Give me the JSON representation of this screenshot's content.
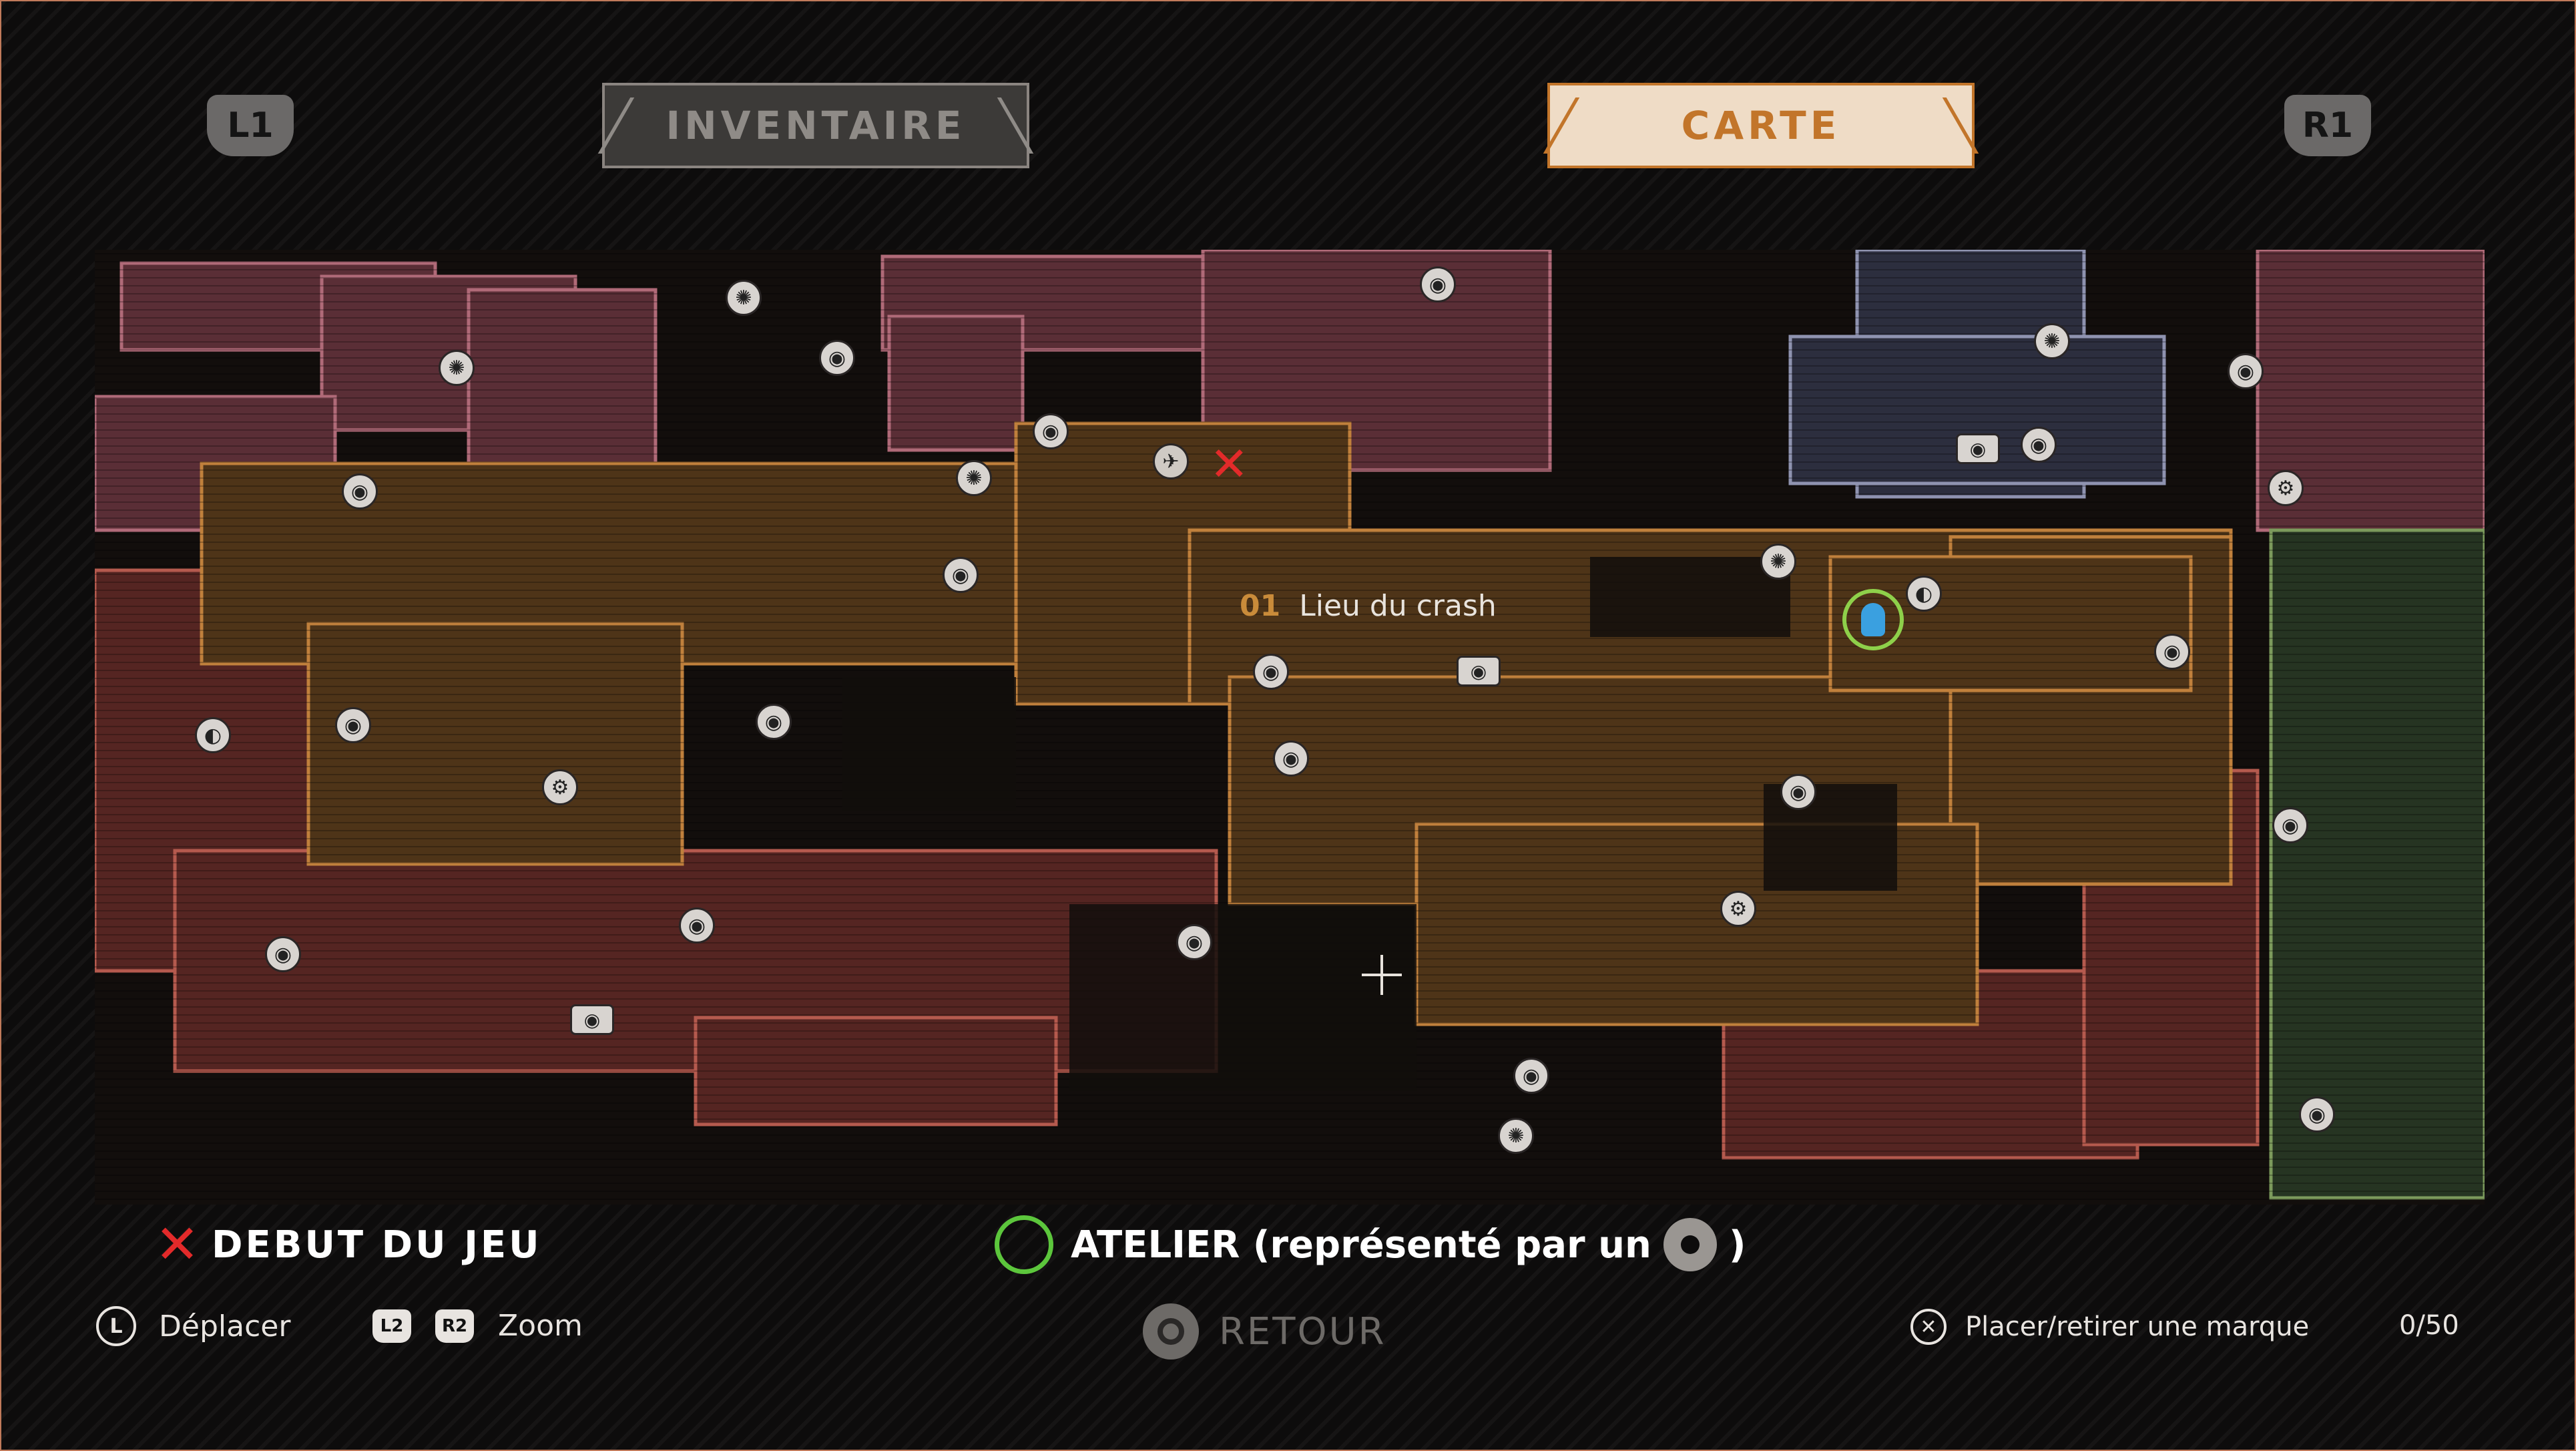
{
  "header": {
    "left_shoulder": "L1",
    "right_shoulder": "R1",
    "tabs": [
      {
        "label": "INVENTAIRE",
        "active": false
      },
      {
        "label": "CARTE",
        "active": true
      }
    ]
  },
  "map": {
    "location_number": "01",
    "location_name": "Lieu du crash",
    "colors": {
      "region_pink": "#a65a6a",
      "region_orange": "#c0803c",
      "region_blue": "#8f93b0",
      "region_green": "#7c9a5c",
      "start_marker": "#e32a2a",
      "workshop_ring": "#8ed04a"
    },
    "icons": [
      "fan-icon",
      "helmet-icon",
      "gear-wrench-icon",
      "eye-icon",
      "swirl-icon",
      "player-icon",
      "crash-ship-icon"
    ]
  },
  "legend": {
    "start_label": "DEBUT DU JEU",
    "workshop_label": "ATELIER (représenté par un",
    "workshop_label_end": ")"
  },
  "controls": {
    "move_button": "L",
    "move_label": "Déplacer",
    "zoom_buttons": [
      "L2",
      "R2"
    ],
    "zoom_label": "Zoom",
    "back_label": "RETOUR",
    "mark_label": "Placer/retirer une marque",
    "mark_count": "0/50"
  }
}
